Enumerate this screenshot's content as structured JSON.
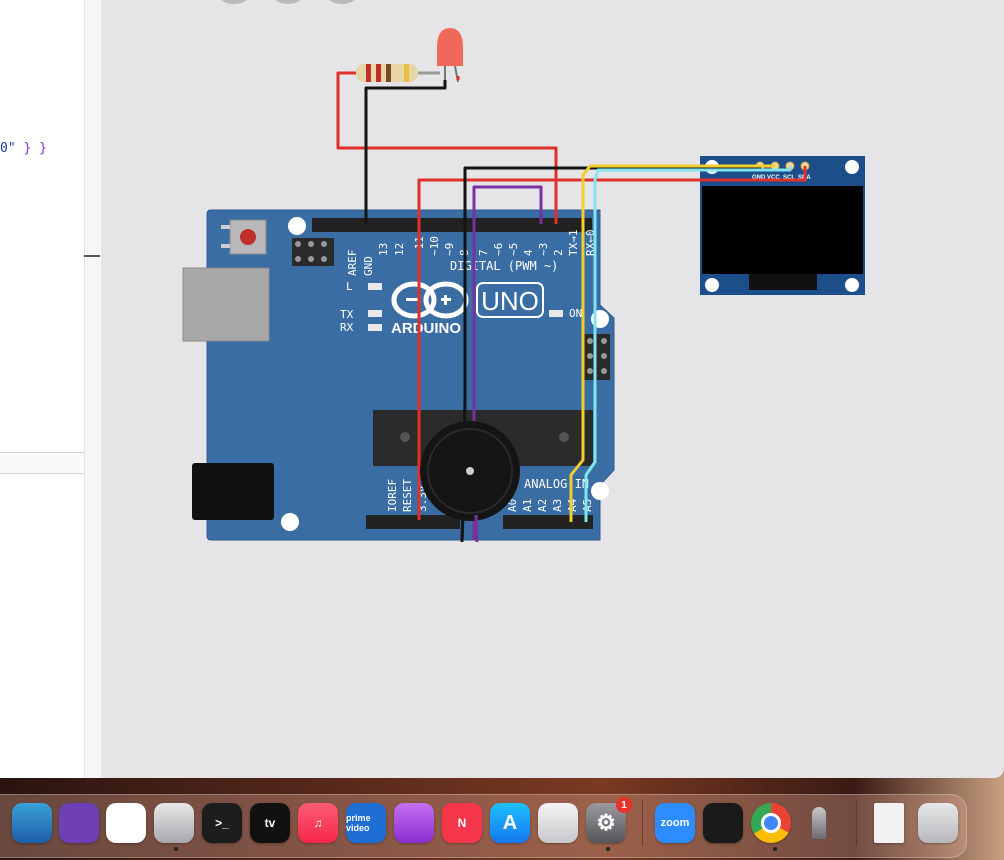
{
  "editor": {
    "code_fragment": "0\"",
    "code_brace": " } }"
  },
  "arduino": {
    "brand": "ARDUINO",
    "model": "UNO",
    "digital_label": "DIGITAL (PWM ~)",
    "analog_label": "ANALOG IN",
    "pins_top": [
      "AREF",
      "GND",
      "13",
      "12",
      "~11",
      "~10",
      "~9",
      "8",
      "7",
      "~6",
      "~5",
      "4",
      "~3",
      "2",
      "TX→1",
      "RX←0"
    ],
    "pins_bottom": [
      "IOREF",
      "RESET",
      "3.3V",
      "A0",
      "A1",
      "A2",
      "A3",
      "A4",
      "A5"
    ],
    "led_labels": [
      "L",
      "TX",
      "RX",
      "ON"
    ]
  },
  "oled": {
    "pins": [
      "GND",
      "VCC",
      "SCL",
      "SDA"
    ]
  },
  "wire_colors": {
    "red": "#e0302a",
    "black": "#141414",
    "purple": "#7b2fa0",
    "yellow": "#f2cf2e",
    "cyan": "#7fe6f0"
  },
  "dock": {
    "apps": [
      {
        "name": "instruments",
        "label": ""
      },
      {
        "name": "github-desktop",
        "label": ""
      },
      {
        "name": "ollama",
        "label": ""
      },
      {
        "name": "finder-windows",
        "label": ""
      },
      {
        "name": "terminal",
        "label": ">_"
      },
      {
        "name": "apple-tv",
        "label": "tv"
      },
      {
        "name": "music",
        "label": "♫"
      },
      {
        "name": "prime-video",
        "label": "prime video"
      },
      {
        "name": "podcasts",
        "label": ""
      },
      {
        "name": "news",
        "label": "N"
      },
      {
        "name": "app-store",
        "label": "A"
      },
      {
        "name": "iphone-mirroring",
        "label": ""
      },
      {
        "name": "system-settings",
        "label": "⚙",
        "badge": "1"
      },
      {
        "name": "zoom",
        "label": "zoom"
      },
      {
        "name": "activity-monitor",
        "label": ""
      },
      {
        "name": "chrome",
        "label": ""
      },
      {
        "name": "rocket-typist",
        "label": ""
      },
      {
        "name": "document",
        "label": ""
      },
      {
        "name": "trash",
        "label": ""
      }
    ]
  }
}
